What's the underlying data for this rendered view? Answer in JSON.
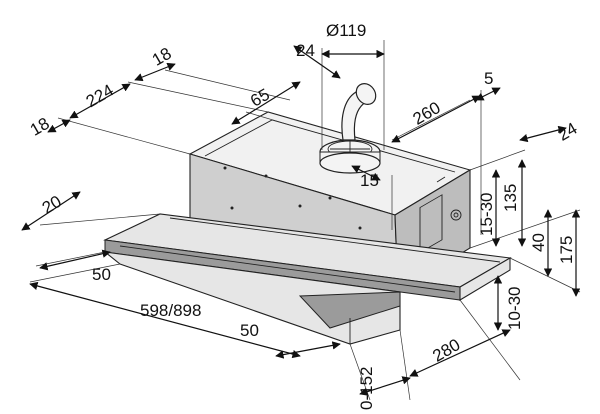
{
  "dimensions": {
    "d_18_left": "18",
    "d_224": "224",
    "d_18_top": "18",
    "d_24_top": "24",
    "d_119": "Ø119",
    "d_65": "65",
    "d_260": "260",
    "d_5": "5",
    "d_24_right": "24",
    "d_15_front": "15",
    "d_20": "20",
    "d_15_30": "15-30",
    "d_135": "135",
    "d_40": "40",
    "d_175": "175",
    "d_50_left": "50",
    "d_598_898": "598/898",
    "d_50_bottom": "50",
    "d_10_30": "10-30",
    "d_280": "280",
    "d_0_152": "0-152"
  }
}
